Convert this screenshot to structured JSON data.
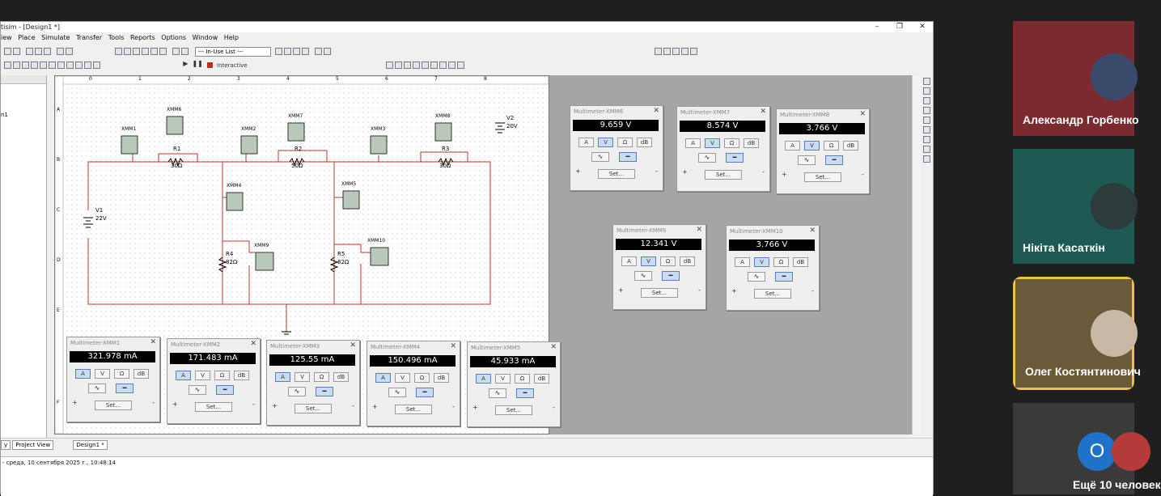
{
  "window": {
    "title": "tisim - [Design1 *]",
    "min": "–",
    "restore": "❐",
    "close": "✕"
  },
  "menu": [
    "iew",
    "Place",
    "Simulate",
    "Transfer",
    "Tools",
    "Reports",
    "Options",
    "Window",
    "Help"
  ],
  "toolbar": {
    "in_use_list": "--- In-Use List ---",
    "interactive_label": "Interactive"
  },
  "left_panel": {
    "item": "n1",
    "tab_label": "Project View",
    "tab_left": "y"
  },
  "design_tab": "Design1 *",
  "status_text": "- среда, 10 сентября 2025 г., 10:48:14",
  "schematic": {
    "labels": {
      "XMM1": "XMM1",
      "XMM2": "XMM2",
      "XMM3": "XMM3",
      "XMM4": "XMM4",
      "XMM5": "XMM5",
      "XMM6": "XMM6",
      "XMM7": "XMM7",
      "XMM8": "XMM8",
      "XMM9": "XMM9",
      "XMM10": "XMM10",
      "R1": "R1",
      "R1v": "30Ω",
      "R2": "R2",
      "R2v": "50Ω",
      "R3": "R3",
      "R3v": "30Ω",
      "R4": "R4",
      "R4v": "82Ω",
      "R5": "R5",
      "R5v": "82Ω",
      "V1": "V1",
      "V1v": "22V",
      "V2": "V2",
      "V2v": "20V"
    },
    "ruler_top": [
      "0",
      "1",
      "2",
      "3",
      "4",
      "5",
      "6",
      "7",
      "8"
    ],
    "ruler_left": [
      "A",
      "B",
      "C",
      "D",
      "E",
      "F"
    ]
  },
  "multimeters": [
    {
      "id": "mm6",
      "title": "Multimeter-XMM6",
      "value": "9.659 V",
      "mode": "V"
    },
    {
      "id": "mm7",
      "title": "Multimeter-XMM7",
      "value": "8.574 V",
      "mode": "V"
    },
    {
      "id": "mm8",
      "title": "Multimeter-XMM8",
      "value": "3.766 V",
      "mode": "V"
    },
    {
      "id": "mm9",
      "title": "Multimeter-XMM9",
      "value": "12.341 V",
      "mode": "V"
    },
    {
      "id": "mm10",
      "title": "Multimeter-XMM10",
      "value": "3.766 V",
      "mode": "V"
    },
    {
      "id": "mm1",
      "title": "Multimeter-XMM1",
      "value": "321.978 mA",
      "mode": "A"
    },
    {
      "id": "mm2",
      "title": "Multimeter-XMM2",
      "value": "171.483 mA",
      "mode": "A"
    },
    {
      "id": "mm3",
      "title": "Multimeter-XMM3",
      "value": "125.55 mA",
      "mode": "A"
    },
    {
      "id": "mm4",
      "title": "Multimeter-XMM4",
      "value": "150.496 mA",
      "mode": "A"
    },
    {
      "id": "mm5",
      "title": "Multimeter-XMM5",
      "value": "45.933 mA",
      "mode": "A"
    }
  ],
  "mm_buttons": {
    "a": "A",
    "v": "V",
    "ohm": "Ω",
    "db": "dB",
    "ac": "∿",
    "dc": "━",
    "set": "Set...",
    "plus": "+",
    "minus": "-"
  },
  "participants": [
    {
      "name": "Александр Горбенко",
      "color": "#7b2a2f"
    },
    {
      "name": "Нікіта Касаткін",
      "color": "#1f5a52"
    },
    {
      "name": "Олег Костянтинович",
      "color": "#6b5a3a",
      "highlight": "#e8c548"
    },
    {
      "name": "Ещё 10 человек",
      "color": "#3a3a3a",
      "initial": "О"
    }
  ]
}
